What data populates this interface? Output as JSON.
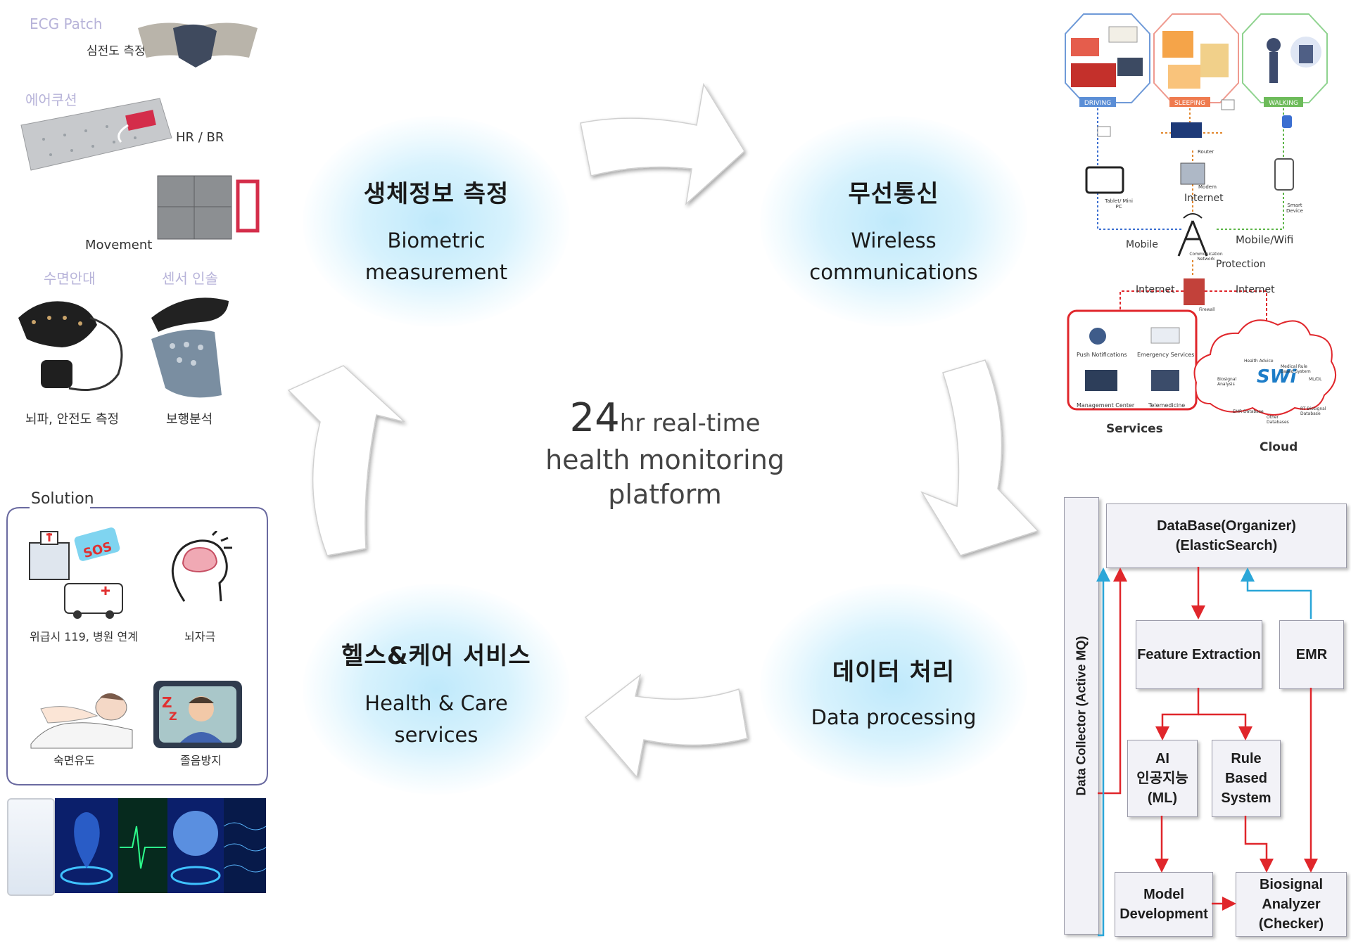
{
  "nodes": {
    "biometric": {
      "title": "생체정보 측정",
      "subtitle_line1": "Biometric",
      "subtitle_line2": "measurement"
    },
    "wireless": {
      "title": "무선통신",
      "subtitle_line1": "Wireless",
      "subtitle_line2": "communications"
    },
    "data": {
      "title": "데이터 처리",
      "subtitle_line1": "Data processing"
    },
    "health": {
      "title": "헬스&케어 서비스",
      "subtitle_line1": "Health & Care",
      "subtitle_line2": "services"
    }
  },
  "center": {
    "big": "24",
    "line1_rest": "hr real-time",
    "line2": "health monitoring",
    "line3": "platform"
  },
  "devices": {
    "ecg_patch": "ECG Patch",
    "ecg_measure": "심전도 측정",
    "air_cushion": "에어쿠션",
    "hr_br": "HR / BR",
    "movement": "Movement",
    "sleep_mask": "수면안대",
    "sensor_insole": "센서 인솔",
    "eeg_eog": "뇌파, 안전도 측정",
    "gait": "보행분석"
  },
  "solution": {
    "title": "Solution",
    "emergency": "위급시 119, 병원 연계",
    "sos": "SOS",
    "brain": "뇌자극",
    "sleep": "숙면유도",
    "drowsy": "졸음방지"
  },
  "network": {
    "driving": "DRIVING",
    "sleeping": "SLEEPING",
    "walking": "WALKING",
    "router": "Router",
    "modem": "Modem",
    "internet_top": "Internet",
    "tablet": "Tablet/ Mini PC",
    "smart_device": "Smart Device",
    "mobile": "Mobile",
    "mobile_wifi": "Mobile/Wifi",
    "comm_network": "Communication Network",
    "protection": "Protection",
    "firewall": "Firewall",
    "internet_left": "Internet",
    "internet_right": "Internet",
    "push": "Push Notifications",
    "emergency_services": "Emergency Services",
    "management": "Management Center",
    "telemedicine": "Telemedicine",
    "services": "Services",
    "cloud": "Cloud",
    "health_advice": "Health Advice",
    "medical_rule": "Medical Rule Based System",
    "biosignal_analysis": "Biosignal Analysis",
    "ml_dl": "ML/DL",
    "emr_db": "EMR Database",
    "other_db": "Other Databases",
    "rt_db": "RT Biosignal Database",
    "swi": "SWi"
  },
  "flow": {
    "collector": "Data Collector (Active MQ)",
    "database_line1": "DataBase(Organizer)",
    "database_line2": "(ElasticSearch)",
    "feature": "Feature Extraction",
    "emr": "EMR",
    "ai_line1": "AI",
    "ai_line2": "인공지능",
    "ai_line3": "(ML)",
    "rule_line1": "Rule Based",
    "rule_line2": "System",
    "model_line1": "Model",
    "model_line2": "Development",
    "analyzer_line1": "Biosignal Analyzer",
    "analyzer_line2": "(Checker)"
  },
  "colors": {
    "glow": "#bfe9fb",
    "flow_red": "#e0262b",
    "flow_blue": "#2aa6d8",
    "arrow_fill": "#ffffff"
  }
}
